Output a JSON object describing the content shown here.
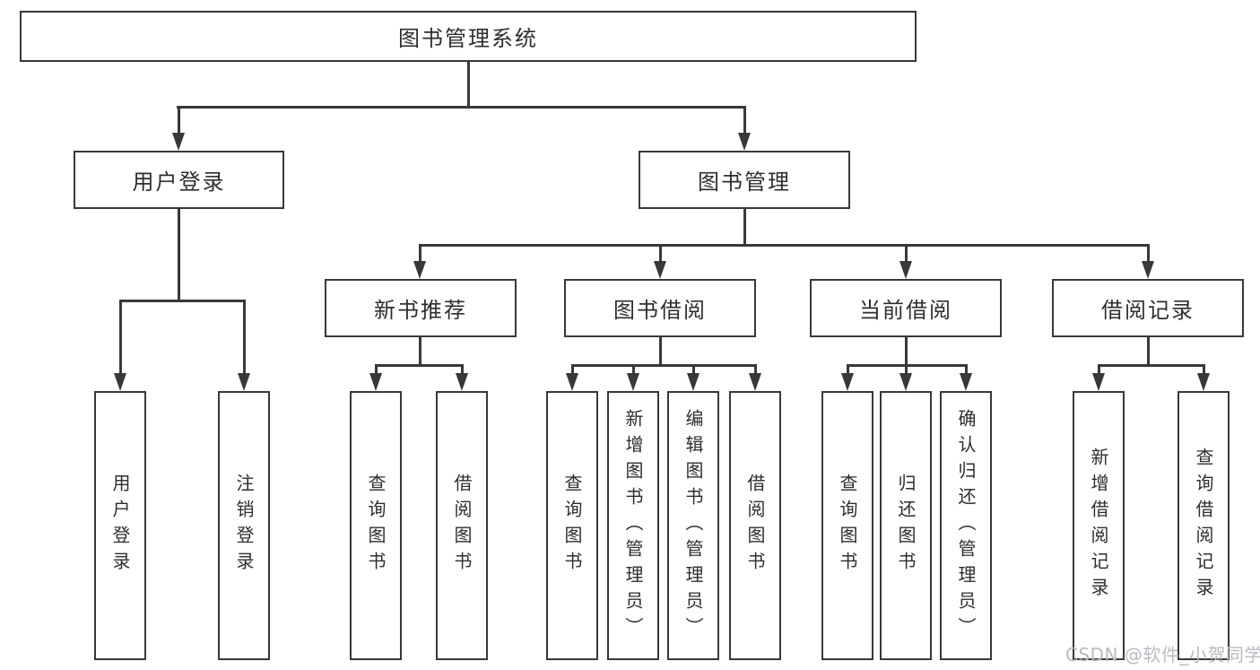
{
  "diagram": {
    "title": "图书管理系统",
    "level2": [
      {
        "label": "用户登录",
        "children": [
          {
            "label": "用户登录"
          },
          {
            "label": "注销登录"
          }
        ]
      },
      {
        "label": "图书管理",
        "children": [
          {
            "label": "新书推荐",
            "children": [
              {
                "label": "查询图书"
              },
              {
                "label": "借阅图书"
              }
            ]
          },
          {
            "label": "图书借阅",
            "children": [
              {
                "label": "查询图书"
              },
              {
                "label": "新增图书（管理员）"
              },
              {
                "label": "编辑图书（管理员）"
              },
              {
                "label": "借阅图书"
              }
            ]
          },
          {
            "label": "当前借阅",
            "children": [
              {
                "label": "查询图书"
              },
              {
                "label": "归还图书"
              },
              {
                "label": "确认归还（管理员）"
              }
            ]
          },
          {
            "label": "借阅记录",
            "children": [
              {
                "label": "新增借阅记录"
              },
              {
                "label": "查询借阅记录"
              }
            ]
          }
        ]
      }
    ]
  },
  "watermark": {
    "text": "CSDN @软件_小贺同学"
  },
  "colors": {
    "line": "#383838",
    "text": "#2e2e2e",
    "background": "#ffffff",
    "watermark": "#b7bbc1"
  }
}
